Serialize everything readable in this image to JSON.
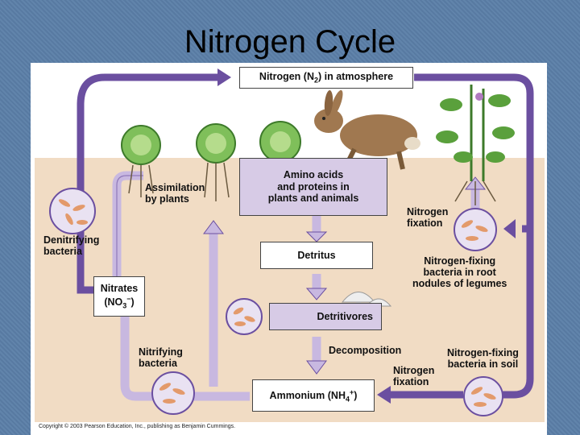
{
  "slide": {
    "title": "Nitrogen Cycle"
  },
  "boxes": {
    "atmosphere": {
      "pre": "Nitrogen (N",
      "sub": "2",
      "post": ") in atmosphere"
    },
    "amino": "Amino acids\nand proteins in\nplants and animals",
    "detritus": "Detritus",
    "detritivores": "Detritivores",
    "nitrates": {
      "line1": "Nitrates",
      "pre": "(NO",
      "sub": "3",
      "sup": "−",
      "post": ")"
    },
    "ammonium": {
      "pre": "Ammonium (NH",
      "sub": "4",
      "sup": "+",
      "post": ")"
    }
  },
  "labels": {
    "assimilation": "Assimilation\nby plants",
    "denitrifying": "Denitrifying\nbacteria",
    "nitrogen_fixation_top": "Nitrogen\nfixation",
    "root_nodules": "Nitrogen-fixing\nbacteria in root\nnodules of legumes",
    "nitrifying": "Nitrifying\nbacteria",
    "decomposition": "Decomposition",
    "nitrogen_fixation_bottom": "Nitrogen\nfixation",
    "soil_bacteria": "Nitrogen-fixing\nbacteria in soil"
  },
  "credit": "Copyright © 2003 Pearson Education, Inc., publishing as Benjamin Cummings.",
  "colors": {
    "arrow_dark": "#6b4fa0",
    "arrow_light": "#c8b8e0",
    "soil": "#f1dcc4",
    "background": "#5b7fa8"
  }
}
